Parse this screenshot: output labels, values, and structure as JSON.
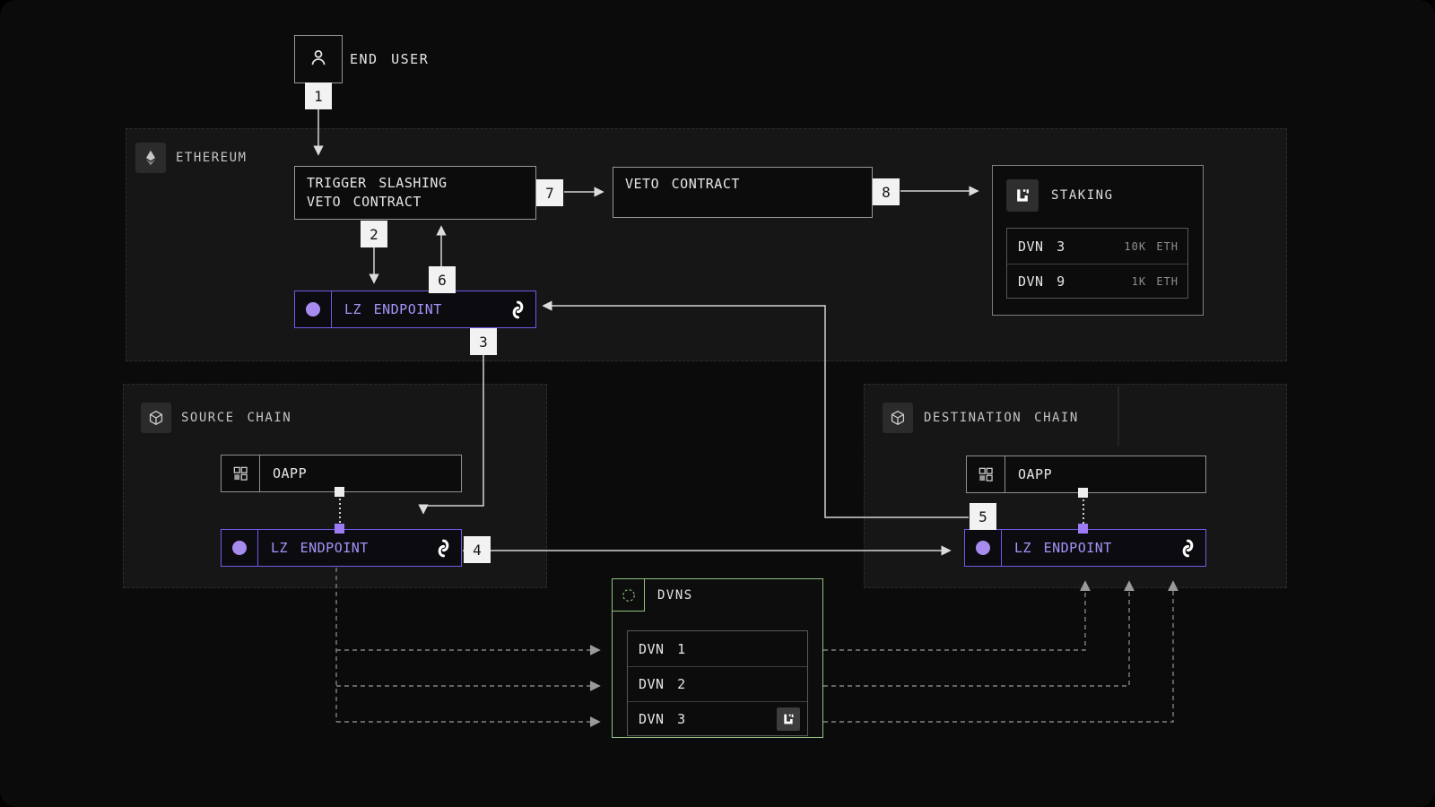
{
  "colors": {
    "bg": "#0b0b0b",
    "panel_bg": "#161616",
    "panel_border": "#2c2c2c",
    "box_bg": "#0c0c0c",
    "box_border": "#989898",
    "purple_border": "#6c5ce7",
    "purple_text": "#a494f8",
    "purple_fill": "#a78bef",
    "purple_sq": "#9d7bf5",
    "green": "#8fc17f",
    "line": "#d4d4d4",
    "dashed": "#818181",
    "text": "#e6e6e6",
    "muted": "#c4c4c4",
    "value_gray": "#8f8f8f",
    "tile": "#2b2b2b",
    "badge_bg": "#f2f2f2",
    "badge_text": "#141414"
  },
  "steps": [
    "1",
    "2",
    "3",
    "4",
    "5",
    "6",
    "7",
    "8"
  ],
  "end_user": {
    "label": "END USER"
  },
  "panels": {
    "ethereum": {
      "label": "ETHEREUM"
    },
    "source": {
      "label": "SOURCE CHAIN"
    },
    "destination": {
      "label": "DESTINATION CHAIN"
    }
  },
  "nodes": {
    "trigger": {
      "line1": "TRIGGER SLASHING",
      "line2": "VETO CONTRACT"
    },
    "veto": {
      "label": "VETO CONTRACT"
    },
    "staking": {
      "title": "STAKING",
      "rows": [
        {
          "name": "DVN 3",
          "stake": "10K ETH"
        },
        {
          "name": "DVN 9",
          "stake": "1K ETH"
        }
      ]
    },
    "endpoint_ethereum": {
      "label": "LZ ENDPOINT"
    },
    "oapp_source": {
      "label": "OAPP"
    },
    "endpoint_source": {
      "label": "LZ ENDPOINT"
    },
    "oapp_destination": {
      "label": "OAPP"
    },
    "endpoint_destination": {
      "label": "LZ ENDPOINT"
    },
    "dvns": {
      "title": "DVNS",
      "rows": [
        {
          "name": "DVN 1"
        },
        {
          "name": "DVN 2"
        },
        {
          "name": "DVN 3"
        }
      ]
    }
  }
}
